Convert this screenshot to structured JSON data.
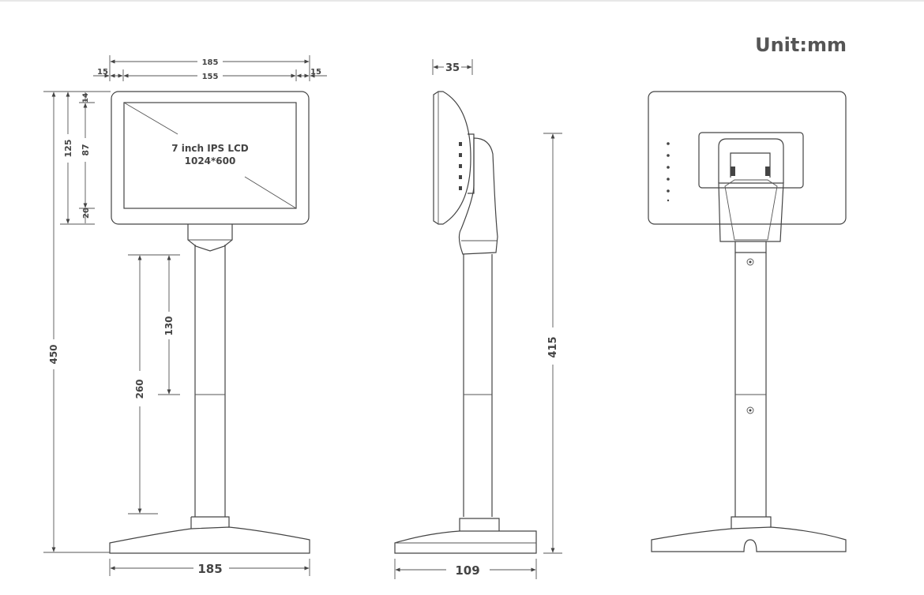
{
  "unit_label": "Unit:mm",
  "screen_label": {
    "line1": "7 inch IPS LCD",
    "line2": "1024*600"
  },
  "dimensions": {
    "total_width": "185",
    "screen_width": "155",
    "bezel_left": "15",
    "bezel_right": "15",
    "display_height": "125",
    "top_bezel": "14",
    "screen_height": "87",
    "bottom_bezel": "20",
    "total_height": "450",
    "pole_extension": "130",
    "pole_height": "260",
    "base_width": "185",
    "side_depth": "35",
    "side_height": "415",
    "base_depth": "109"
  },
  "colors": {
    "line": "#444444",
    "text": "#444444",
    "background": "#ffffff"
  }
}
